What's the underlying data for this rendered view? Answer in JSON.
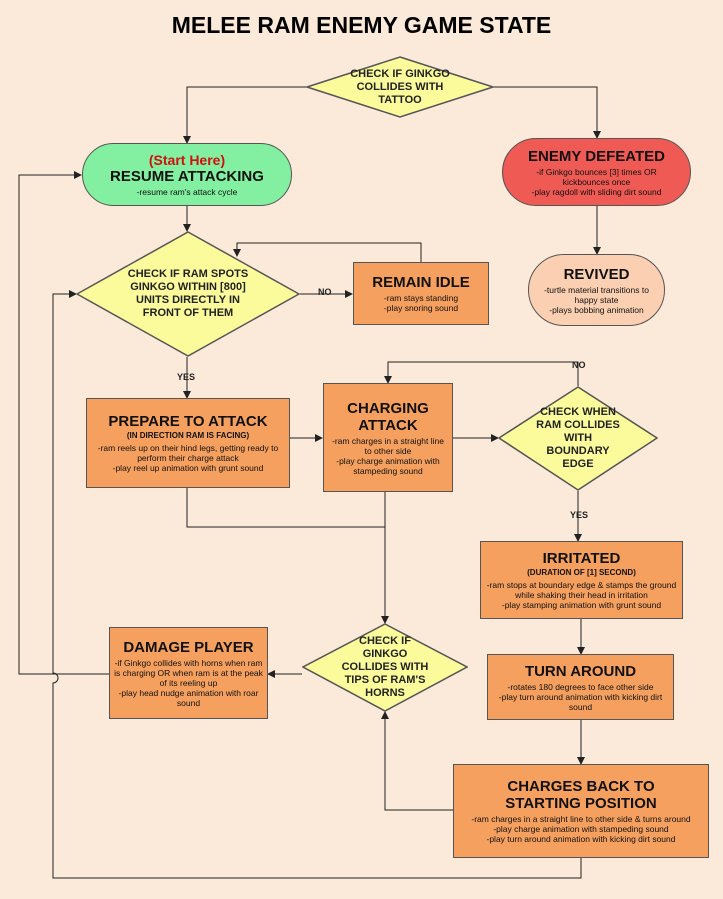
{
  "title": "MELEE RAM ENEMY GAME STATE",
  "colors": {
    "action": "#f5a05e",
    "start": "#82f0a0",
    "defeated": "#f05a54",
    "revived": "#fbd0b2",
    "decision": "#fbfb9c",
    "background": "#fbe9d9"
  },
  "nodes": {
    "check_tattoo": {
      "text": "CHECK IF GINKGO COLLIDES WITH TATTOO"
    },
    "resume": {
      "start_label": "(Start Here)",
      "title": "RESUME ATTACKING",
      "body": "-resume ram's attack cycle"
    },
    "defeated": {
      "title": "ENEMY DEFEATED",
      "body1": "-if Ginkgo bounces [3] times OR kickbounces once",
      "body2": "-play ragdoll with sliding dirt sound"
    },
    "revived": {
      "title": "REVIVED",
      "body1": "-turtle material transitions to happy state",
      "body2": "-plays bobbing animation"
    },
    "check_spots": {
      "text": "CHECK IF RAM SPOTS GINKGO WITHIN [800] UNITS DIRECTLY IN FRONT OF THEM"
    },
    "idle": {
      "title": "REMAIN IDLE",
      "body1": "-ram stays standing",
      "body2": "-play snoring sound"
    },
    "prepare": {
      "title": "PREPARE TO ATTACK",
      "sub": "(IN DIRECTION RAM IS FACING)",
      "body1": "-ram reels up on their hind legs, getting ready to perform their charge attack",
      "body2": "-play reel up animation with grunt sound"
    },
    "charging": {
      "title": "CHARGING ATTACK",
      "body1": "-ram charges in a straight line to other side",
      "body2": "-play charge animation with stampeding sound"
    },
    "check_boundary": {
      "text": "CHECK WHEN RAM COLLIDES WITH BOUNDARY EDGE"
    },
    "irritated": {
      "title": "IRRITATED",
      "sub": "(DURATION OF [1] SECOND)",
      "body1": "-ram stops at boundary edge & stamps the ground while shaking their head in irritation",
      "body2": "-play stamping animation with grunt sound"
    },
    "damage": {
      "title": "DAMAGE PLAYER",
      "body1": "-if Ginkgo collides with horns when ram is charging OR when ram is at the peak of its reeling up",
      "body2": "-play head nudge animation with roar sound"
    },
    "check_horns": {
      "text": "CHECK IF GINKGO COLLIDES WITH TIPS OF RAM'S HORNS"
    },
    "turn": {
      "title": "TURN AROUND",
      "body1": "-rotates 180 degrees to face other side",
      "body2": "-play turn around animation with kicking dirt sound"
    },
    "charges_back": {
      "title": "CHARGES BACK TO STARTING POSITION",
      "body1": "-ram charges in a straight line to other side & turns around",
      "body2": "-play charge animation with stampeding sound",
      "body3": "-play turn around animation with kicking dirt sound"
    }
  },
  "edge_labels": {
    "no1": "NO",
    "yes1": "YES",
    "no2": "NO",
    "yes2": "YES"
  }
}
